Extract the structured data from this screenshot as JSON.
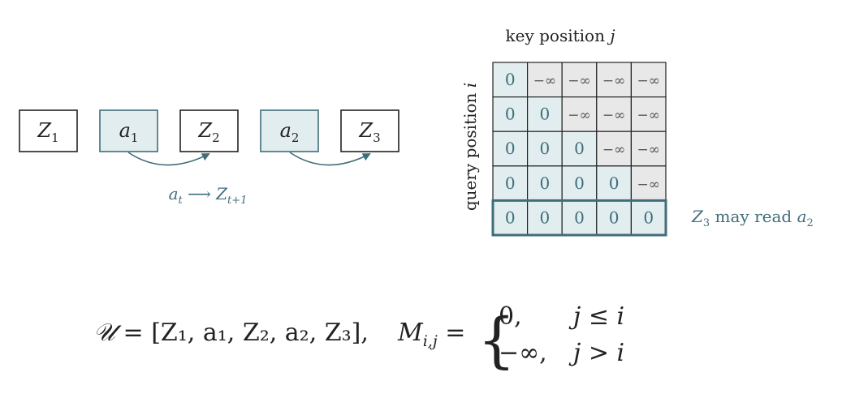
{
  "sequence": {
    "tokens": [
      {
        "base": "Z",
        "sub": "1",
        "kind": "latent"
      },
      {
        "base": "a",
        "sub": "1",
        "kind": "action"
      },
      {
        "base": "Z",
        "sub": "2",
        "kind": "latent"
      },
      {
        "base": "a",
        "sub": "2",
        "kind": "action"
      },
      {
        "base": "Z",
        "sub": "3",
        "kind": "latent"
      }
    ],
    "arrow_label": {
      "left_base": "a",
      "left_sub": "t",
      "arrow": "⟶",
      "right_base": "Z",
      "right_sub": "t+1"
    }
  },
  "mask": {
    "title_text": "key position ",
    "title_var": "j",
    "ylabel_text": "query position ",
    "ylabel_var": "i",
    "rows": [
      [
        "0",
        "−∞",
        "−∞",
        "−∞",
        "−∞"
      ],
      [
        "0",
        "0",
        "−∞",
        "−∞",
        "−∞"
      ],
      [
        "0",
        "0",
        "0",
        "−∞",
        "−∞"
      ],
      [
        "0",
        "0",
        "0",
        "0",
        "−∞"
      ],
      [
        "0",
        "0",
        "0",
        "0",
        "0"
      ]
    ],
    "highlight_row": 4,
    "annotation": {
      "z_base": "Z",
      "z_sub": "3",
      "middle": " may read ",
      "a_base": "a",
      "a_sub": "2"
    }
  },
  "formulas": {
    "U_def": {
      "lhs": "𝒰",
      "eq": " = ",
      "list": "[Z₁, a₁, Z₂, a₂, Z₃],"
    },
    "M_def": {
      "lhs_base": "M",
      "lhs_sub": "i,j",
      "eq": " =",
      "cases": [
        {
          "value": "0,",
          "condition": "j ≤ i"
        },
        {
          "value": "−∞,",
          "condition": "j > i"
        }
      ]
    }
  },
  "colors": {
    "accent": "#3f6e7a",
    "allowed_fill": "#e2edef",
    "masked_fill": "#e8e8e8",
    "box_stroke": "#222222"
  }
}
